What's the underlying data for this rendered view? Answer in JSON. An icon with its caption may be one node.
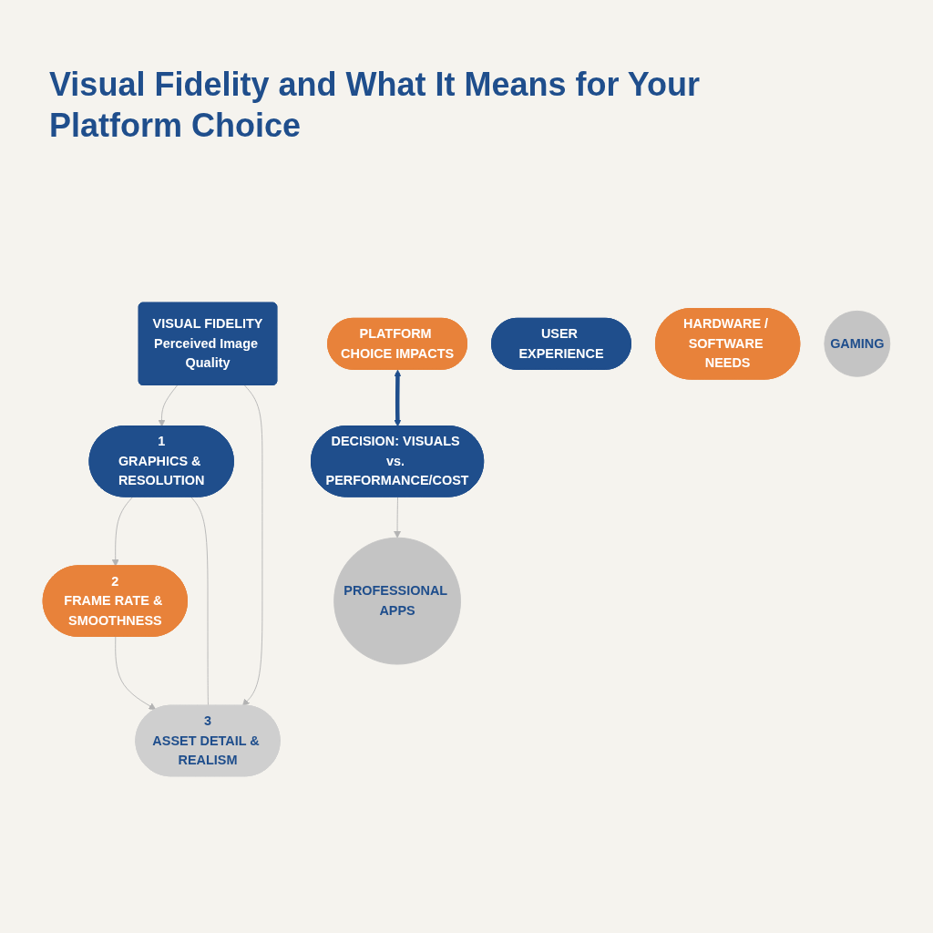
{
  "diagram": {
    "title": "Visual Fidelity and What It Means for Your Platform Choice",
    "nodes": [
      {
        "text": [
          "VISUAL FIDELITY",
          "Perceived Image Quality"
        ]
      },
      {
        "text": [
          "1",
          "GRAPHICS & RESOLUTION"
        ]
      },
      {
        "text": [
          "2",
          "FRAME RATE & SMOOTHNESS"
        ]
      },
      {
        "text": [
          "3",
          "ASSET DETAIL & REALISM"
        ]
      },
      {
        "text": [
          "PLATFORM CHOICE IMPACTS"
        ]
      },
      {
        "text": [
          "USER EXPERIENCE"
        ]
      },
      {
        "text": [
          "HARDWARE / SOFTWARE NEEDS"
        ]
      },
      {
        "text": [
          "DECISION: VISUALS vs. PERFORMANCE/COST"
        ]
      },
      {
        "text": [
          "GAMING"
        ]
      },
      {
        "text": [
          "PROFESSIONAL APPS"
        ]
      }
    ],
    "edges": [
      {
        "from": 0,
        "to": 1,
        "arrow": "to"
      },
      {
        "from": 0,
        "to": 3,
        "arrow": "to"
      },
      {
        "from": 1,
        "to": 2,
        "arrow": "to"
      },
      {
        "from": 2,
        "to": 3,
        "arrow": "to"
      },
      {
        "from": 1,
        "to": 3,
        "arrow": "none"
      },
      {
        "from": 4,
        "to": 7,
        "arrow": "both",
        "style": "thick",
        "color": "#1f4e8c"
      },
      {
        "from": 7,
        "to": 9,
        "arrow": "to"
      }
    ]
  }
}
